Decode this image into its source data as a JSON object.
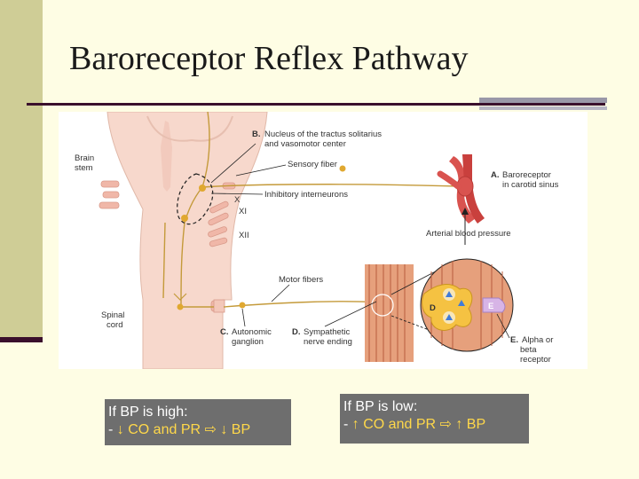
{
  "title": "Baroreceptor Reflex Pathway",
  "diagram": {
    "labels": {
      "brain_stem_1": "Brain",
      "brain_stem_2": "stem",
      "b_letter": "B.",
      "b_line1": "Nucleus of the tractus solitarius",
      "b_line2": "and vasomotor center",
      "sensory_fiber": "Sensory fiber",
      "inhibitory": "Inhibitory interneurons",
      "a_letter": "A.",
      "a_line1": "Baroreceptor",
      "a_line2": "in carotid sinus",
      "nerve_x": "X",
      "nerve_xi": "XI",
      "nerve_xii": "XII",
      "arterial": "Arterial blood pressure",
      "motor_fibers": "Motor fibers",
      "spinal_1": "Spinal",
      "spinal_2": "cord",
      "c_letter": "C.",
      "c_line1": "Autonomic",
      "c_line2": "ganglion",
      "d_letter": "D.",
      "d_line1": "Sympathetic",
      "d_line2": "nerve ending",
      "e_letter": "E.",
      "e_line1": "Alpha or",
      "e_line2": "beta",
      "e_line3": "receptor",
      "inset_d": "D",
      "inset_e": "E"
    }
  },
  "boxes": {
    "high_title": "If BP is high:",
    "high_prefix": "- ",
    "high_co": "↓ CO and PR",
    "high_arrow": " ⇨ ",
    "high_bp": "↓ BP",
    "low_title": "If BP is low:",
    "low_prefix": "- ",
    "low_co": "↑ CO and PR",
    "low_arrow": " ⇨ ",
    "low_bp": "↑ BP"
  },
  "colors": {
    "background": "#fefde4",
    "left_band": "#cfcd96",
    "rule": "#3a0f2c",
    "box_bg": "#6e6e6e",
    "highlight": "#ffd84a",
    "tissue": "#f7d8cc",
    "nerve": "#c49a3a",
    "artery": "#d9534f"
  }
}
